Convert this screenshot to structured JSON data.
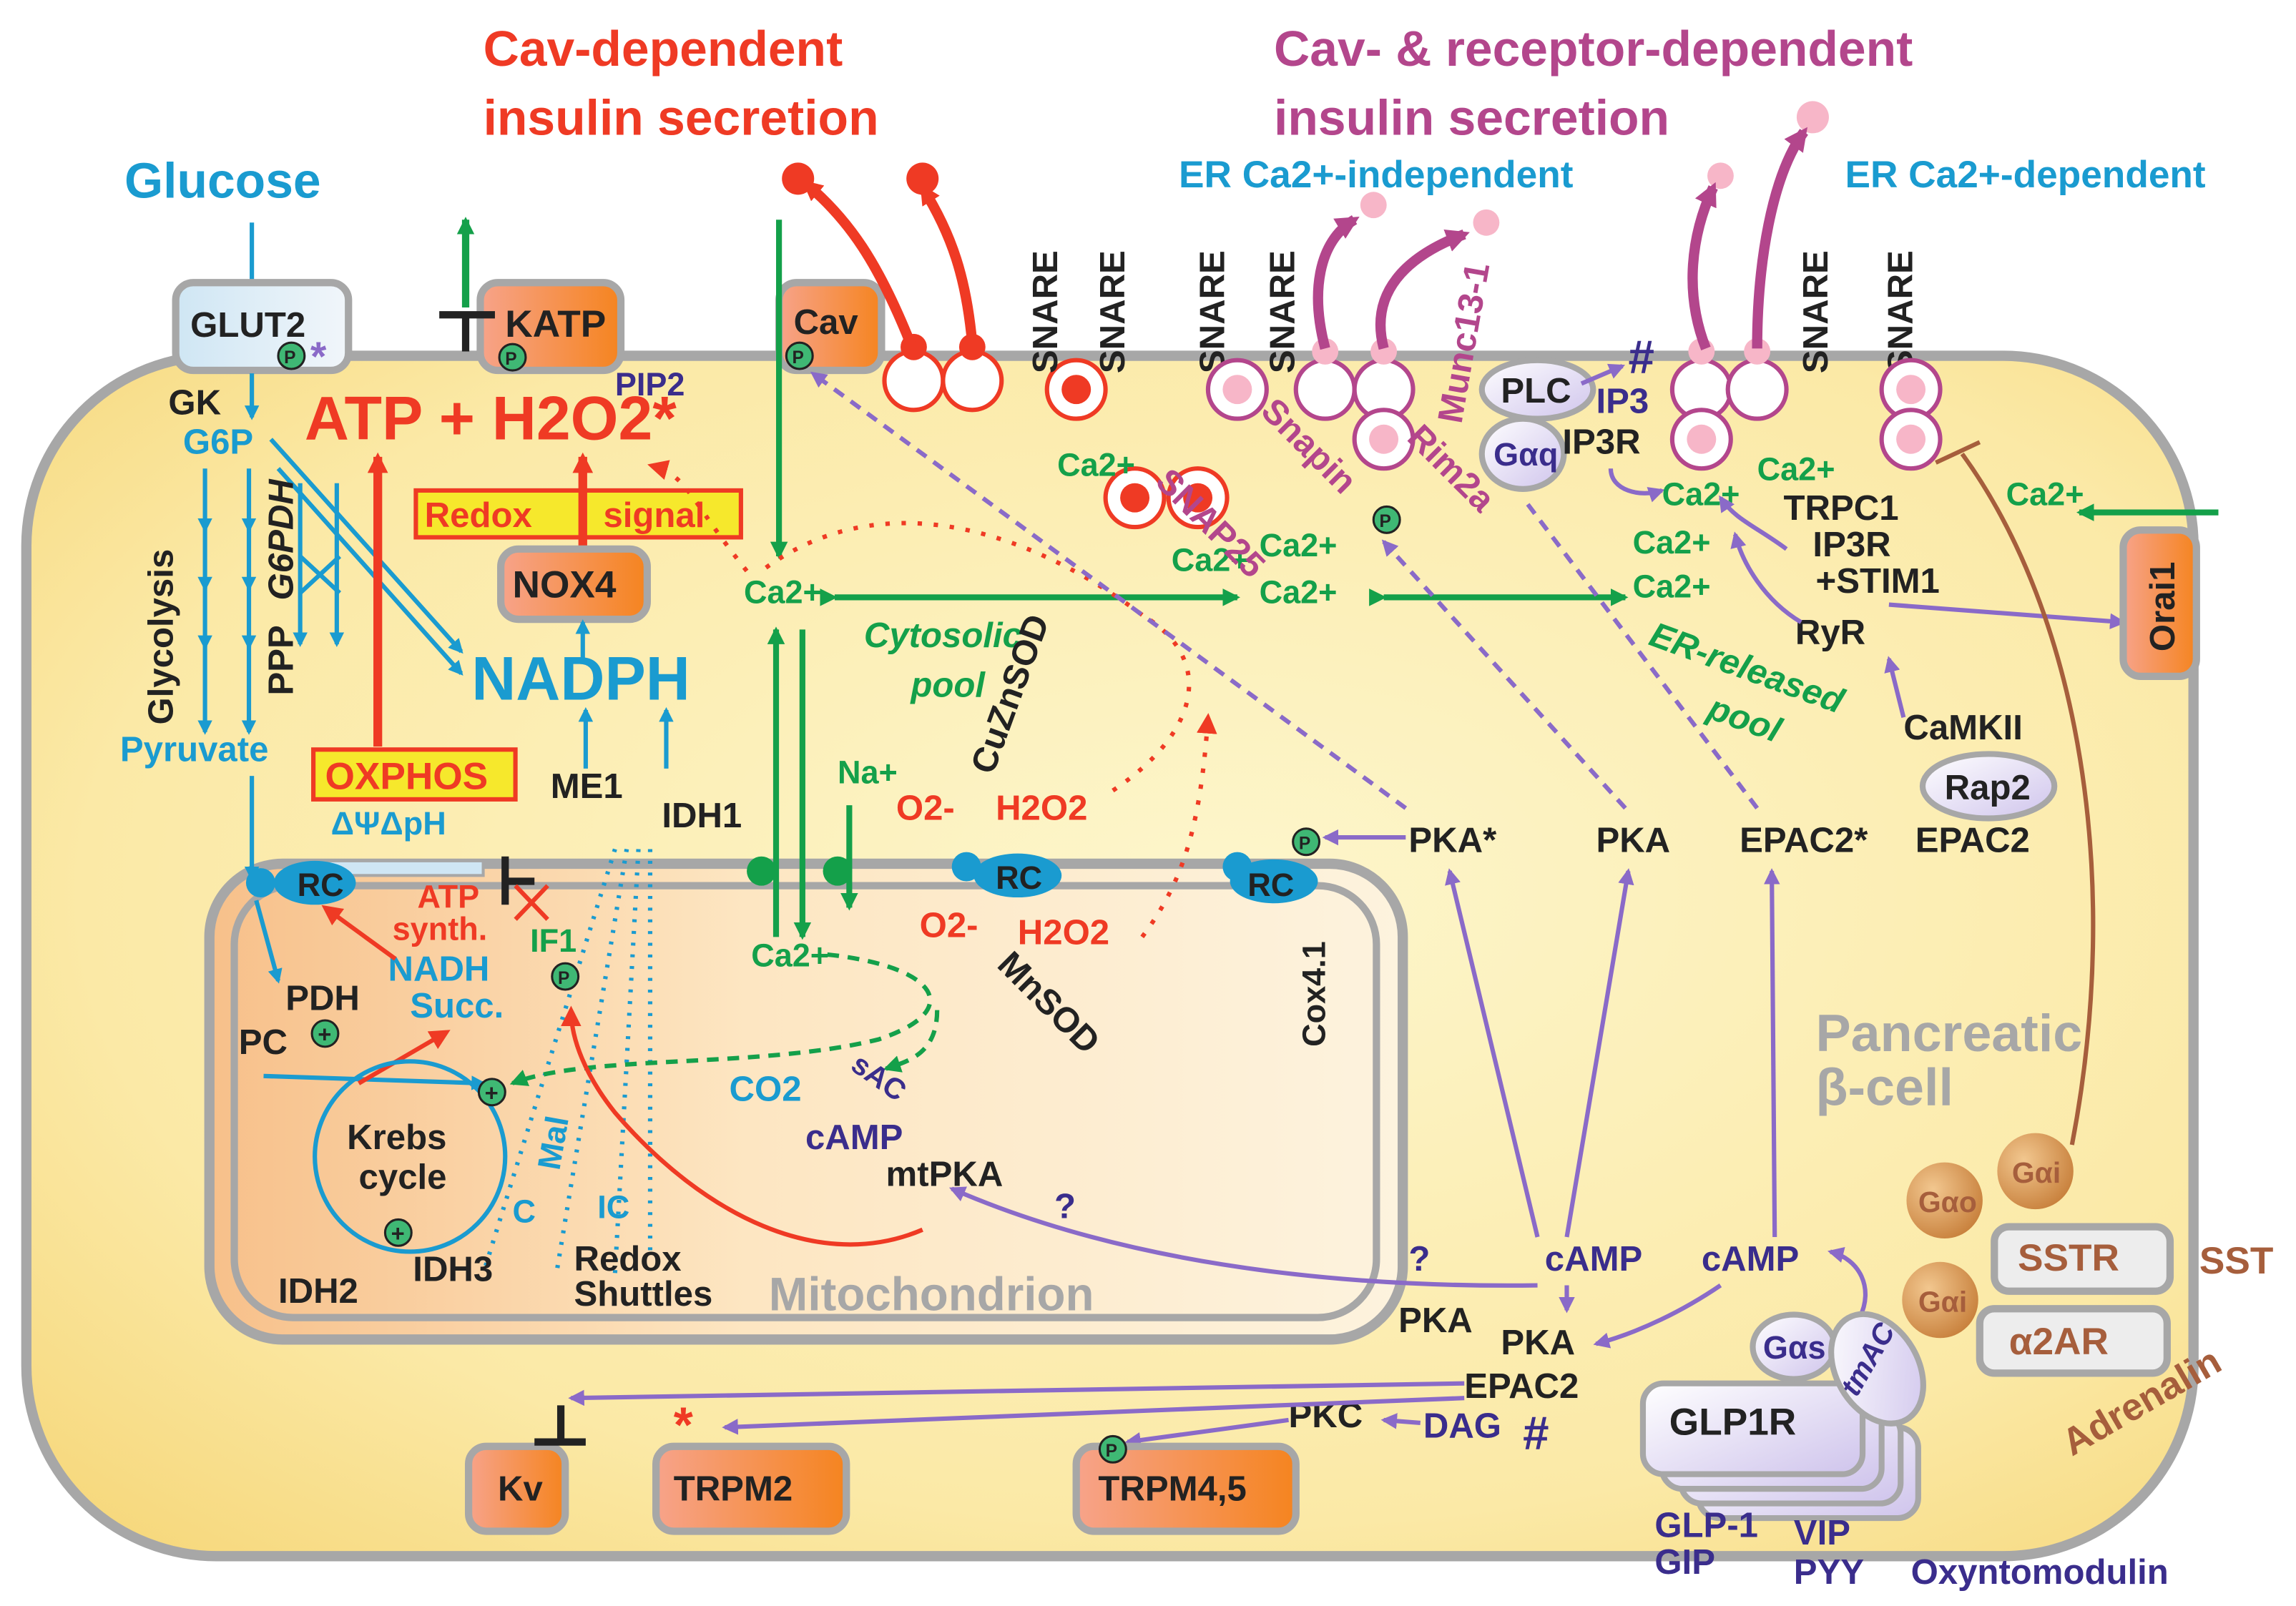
{
  "titles": {
    "cav_line1": "Cav-dependent",
    "cav_line2": "insulin secretion",
    "rec_line1": "Cav- & receptor-dependent",
    "rec_line2": "insulin secretion",
    "er_independent": "ER Ca2+-independent",
    "er_dependent": "ER Ca2+-dependent"
  },
  "membrane_proteins": {
    "glut2": "GLUT2",
    "katp": "KATP",
    "cav": "Cav",
    "nox4": "NOX4",
    "orai1": "Orai1",
    "kv": "Kv",
    "trpm2": "TRPM2",
    "trpm45": "TRPM4,5",
    "glp1r": "GLP1R",
    "sstr": "SSTR",
    "a2ar": "α2AR",
    "plc": "PLC",
    "rap2": "Rap2"
  },
  "labels": {
    "glucose": "Glucose",
    "gk": "GK",
    "g6p": "G6P",
    "g6pdh": "G6PDH",
    "glycolysis": "Glycolysis",
    "ppp": "PPP",
    "pyruvate": "Pyruvate",
    "atp_h2o2": "ATP + H2O2*",
    "pip2": "PIP2",
    "redox": "Redox",
    "signal": "signal",
    "nadph": "NADPH",
    "oxphos": "OXPHOS",
    "dpsi": "ΔΨΔpH",
    "me1": "ME1",
    "idh1": "IDH1",
    "rc": "RC",
    "atp_synth_1": "ATP",
    "atp_synth_2": "synth.",
    "if1": "IF1",
    "nadh": "NADH",
    "succ": "Succ.",
    "pdh": "PDH",
    "pc": "PC",
    "krebs_1": "Krebs",
    "krebs_2": "cycle",
    "mal": "Mal",
    "c": "C",
    "ic": "IC",
    "idh2": "IDH2",
    "idh3": "IDH3",
    "redox_shuttles_1": "Redox",
    "redox_shuttles_2": "Shuttles",
    "mitochondrion": "Mitochondrion",
    "ca2": "Ca2+",
    "na": "Na+",
    "cytosolic_pool_1": "Cytosolic",
    "cytosolic_pool_2": "pool",
    "cuznsod": "CuZnSOD",
    "mnsod": "MnSOD",
    "o2": "O2-",
    "h2o2": "H2O2",
    "co2": "CO2",
    "sac": "sAC",
    "camp": "cAMP",
    "mtpka": "mtPKA",
    "question": "?",
    "cox41": "Cox4.1",
    "pka_star": "PKA*",
    "pka": "PKA",
    "epac2_star": "EPAC2*",
    "epac2": "EPAC2",
    "snare": "SNARE",
    "snap25": "SNAP25",
    "snapin": "Snapin",
    "rim2a": "Rim2a",
    "munc13": "Munc13-1",
    "ip3": "IP3",
    "ip3r": "IP3R",
    "gaq": "Gαq",
    "trpc1": "TRPC1",
    "ip3r2": "IP3R",
    "stim1": "+STIM1",
    "ryr": "RyR",
    "camkii": "CaMKII",
    "er_pool_1": "ER-released",
    "er_pool_2": "pool",
    "pancreatic_1": "Pancreatic",
    "pancreatic_2": "β-cell",
    "gao": "Gαo",
    "gai": "Gαi",
    "gas": "Gαs",
    "tmac": "tmAC",
    "sst": "SST",
    "adrenalin": "Adrenalin",
    "pkc": "PKC",
    "dag": "DAG",
    "hash": "#",
    "star": "*",
    "p": "P",
    "glp1": "GLP-1",
    "gip": "GIP",
    "vip": "VIP",
    "pyy": "PYY",
    "oxyntomodulin": "Oxyntomodulin"
  },
  "colors": {
    "cell_fill": "#fbe9a6",
    "mito_fill": "#fdf0d2",
    "glucose_blue": "#1a9bd0",
    "atp_red": "#ef3a24",
    "ca_green": "#14a04a",
    "purple": "#8a6ac8",
    "magenta": "#b3468c",
    "brown": "#a65e3c",
    "dark_navy": "#3a2d8c",
    "orange_fill": "#f58d3e",
    "yellow_box": "#f6e82c"
  }
}
